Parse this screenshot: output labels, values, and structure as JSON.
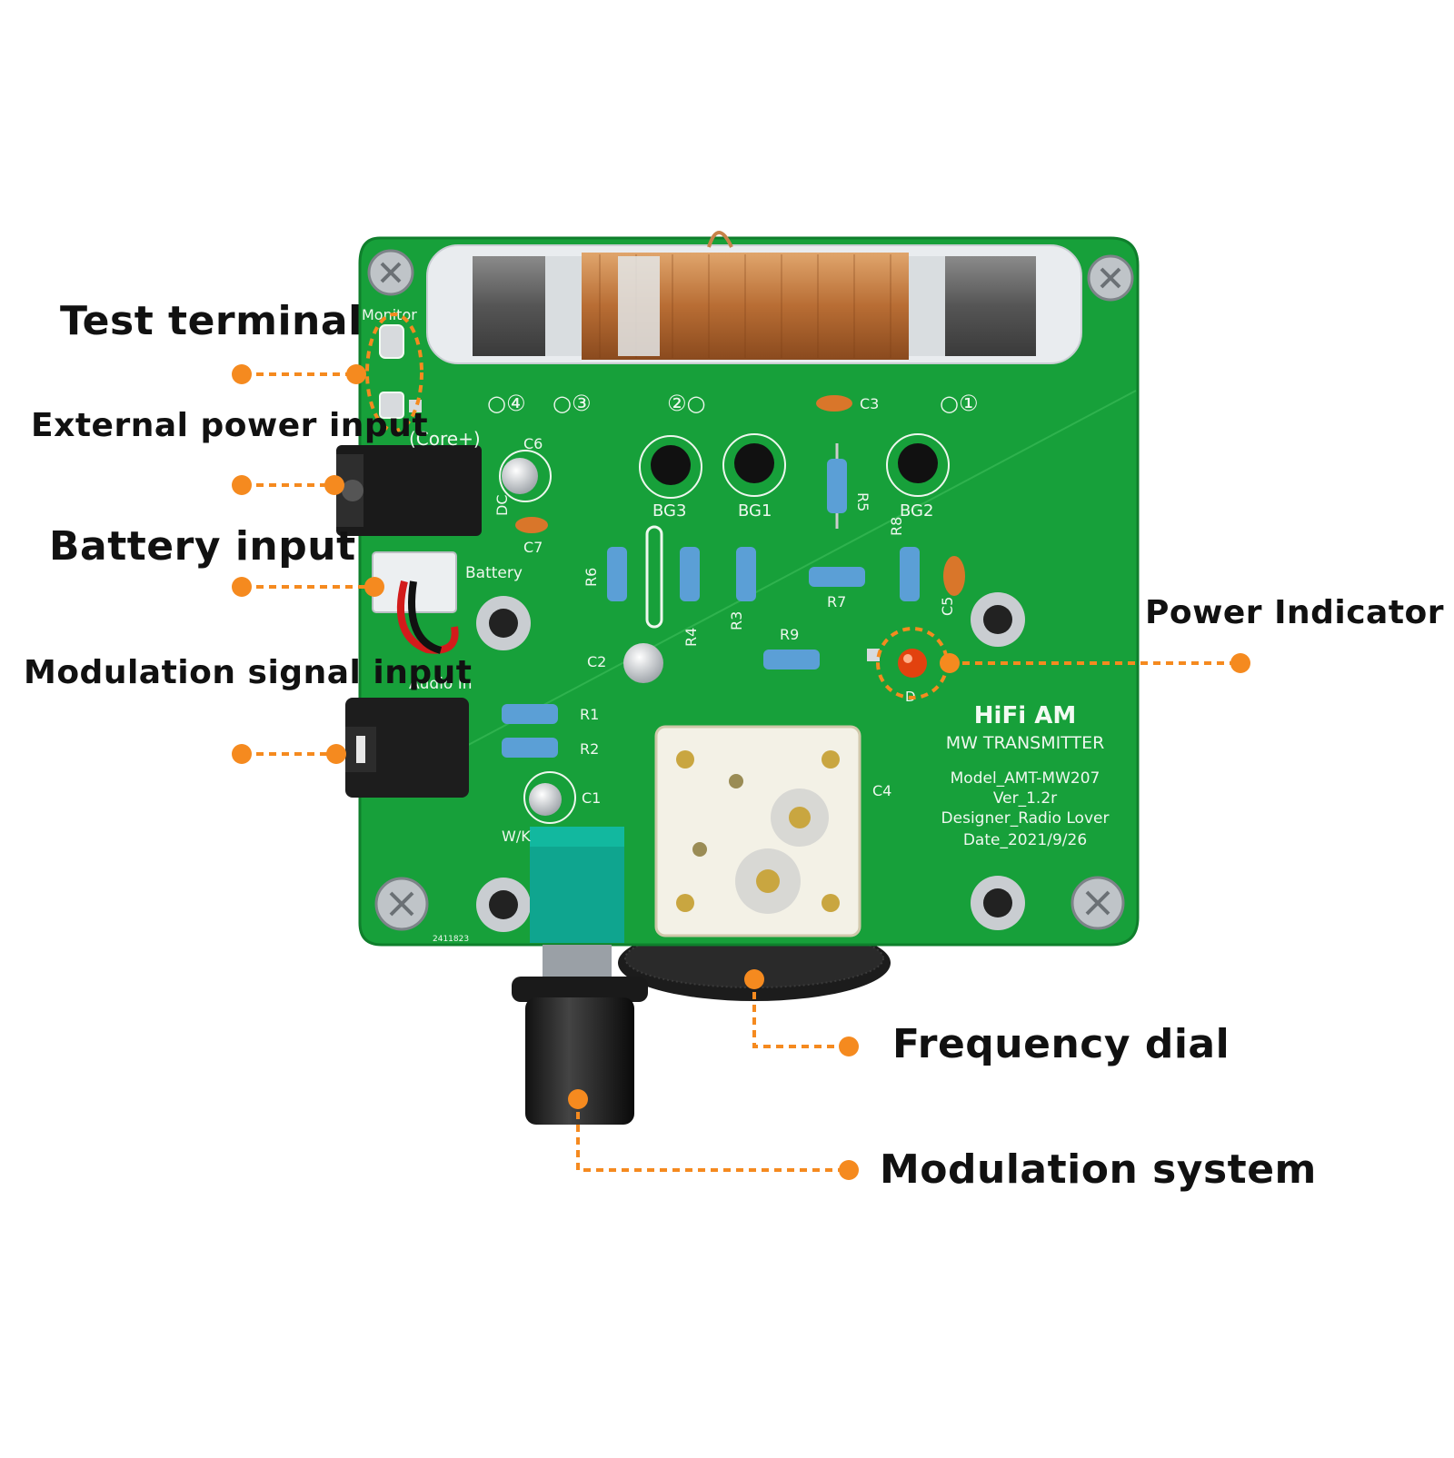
{
  "colors": {
    "accent": "#f58a1f",
    "pcb": "#17a03a",
    "pcb_dark": "#0f7f2c",
    "text": "#111111",
    "copper": "#c8834a"
  },
  "callouts": {
    "test_terminal": "Test terminal",
    "external_power": "External power input",
    "battery_input": "Battery input",
    "modulation_signal": "Modulation signal input",
    "power_indicator": "Power Indicator",
    "frequency_dial": "Frequency dial",
    "modulation_system": "Modulation system"
  },
  "board": {
    "title": "HiFi  AM",
    "subtitle": "MW TRANSMITTER",
    "model": "Model_AMT-MW207",
    "version": "Ver_1.2r",
    "designer": "Designer_Radio Lover",
    "date": "Date_2021/9/26",
    "serial": "2411823",
    "monitor": "Monitor",
    "core": "(Core+)",
    "battery": "Battery",
    "audio_in": "Audio In",
    "dc": "DC",
    "wk": "W/K",
    "points": [
      "○④",
      "○③",
      "②○",
      "○①"
    ],
    "transistors": [
      "BG3",
      "BG1",
      "BG2"
    ],
    "resistors": [
      "R5",
      "R6",
      "R4",
      "R3",
      "R7",
      "R8",
      "R9",
      "R1",
      "R2"
    ],
    "capacitors": [
      "C6",
      "C7",
      "C3",
      "C5",
      "C2",
      "C1",
      "C4"
    ],
    "led": "D"
  }
}
